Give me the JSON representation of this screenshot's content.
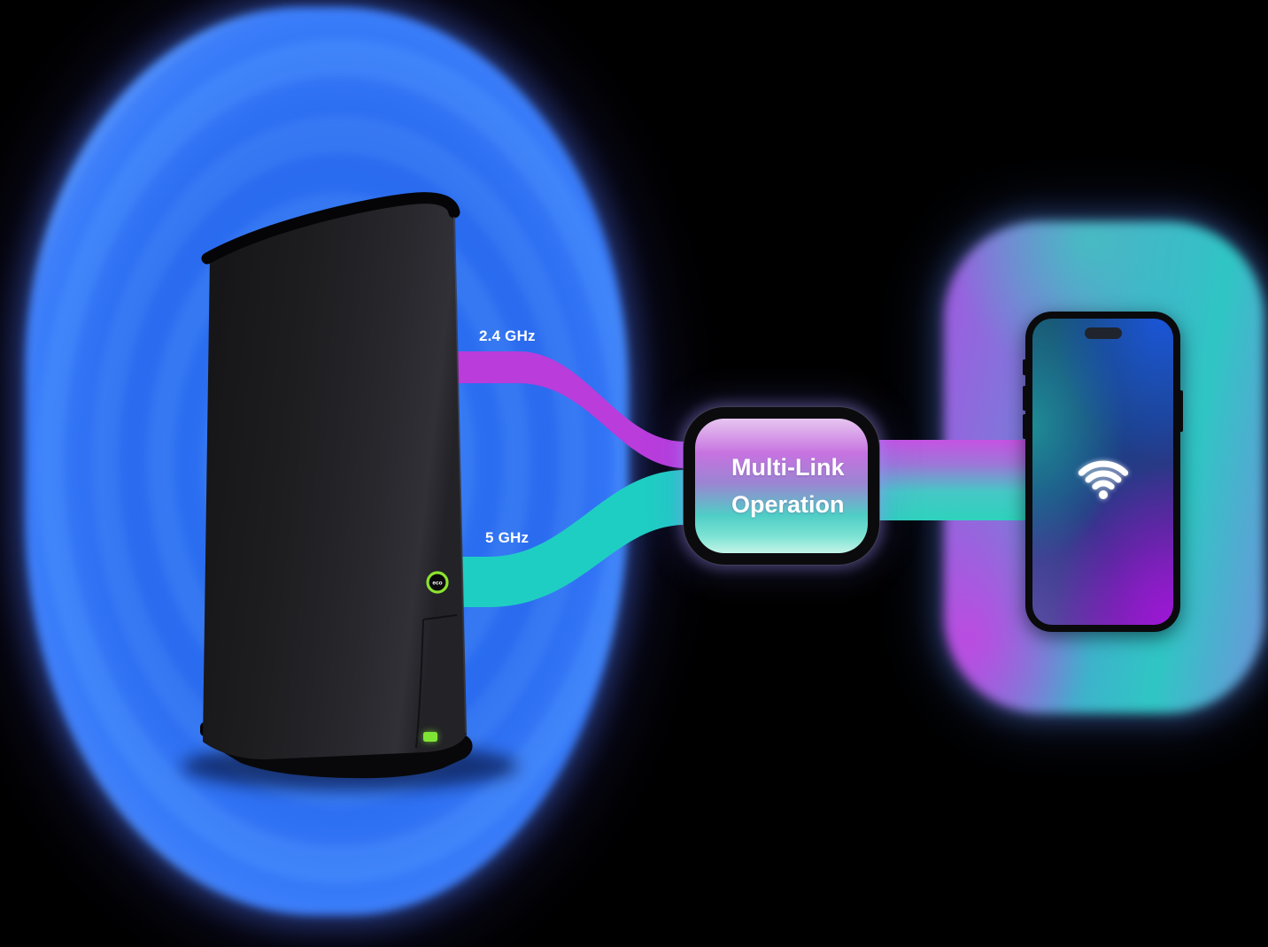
{
  "scene": {
    "background_color": "#000000",
    "description": "Router sends 2.4 GHz and 5 GHz Wi-Fi bands through Multi-Link Operation to a smartphone"
  },
  "router": {
    "glow_color": "#2d74f2",
    "body_color": "#1d1d20",
    "eco_badge": {
      "label": "eco",
      "ring_color": "#8ce22e"
    },
    "status_led_color": "#7fe534"
  },
  "bands": {
    "band_2_4ghz": {
      "label": "2.4 GHz",
      "color": "#b93cdb"
    },
    "band_5ghz": {
      "label": "5 GHz",
      "color": "#1fcec3"
    },
    "combined_band": {
      "gradient_top": "#c553e2",
      "gradient_bottom": "#2ed2bc"
    }
  },
  "mlo_box": {
    "line1": "Multi-Link",
    "line2": "Operation",
    "text_color": "#ffffff",
    "gradient_top": "#dfb3ec",
    "gradient_bottom": "#a8efe2",
    "frame_color": "#0b0b0e"
  },
  "phone": {
    "frame_color": "#0a0a0c",
    "glow_left_color": "#a05ae0",
    "glow_right_color": "#2fc6c4",
    "wifi_icon_color": "#ffffff"
  }
}
